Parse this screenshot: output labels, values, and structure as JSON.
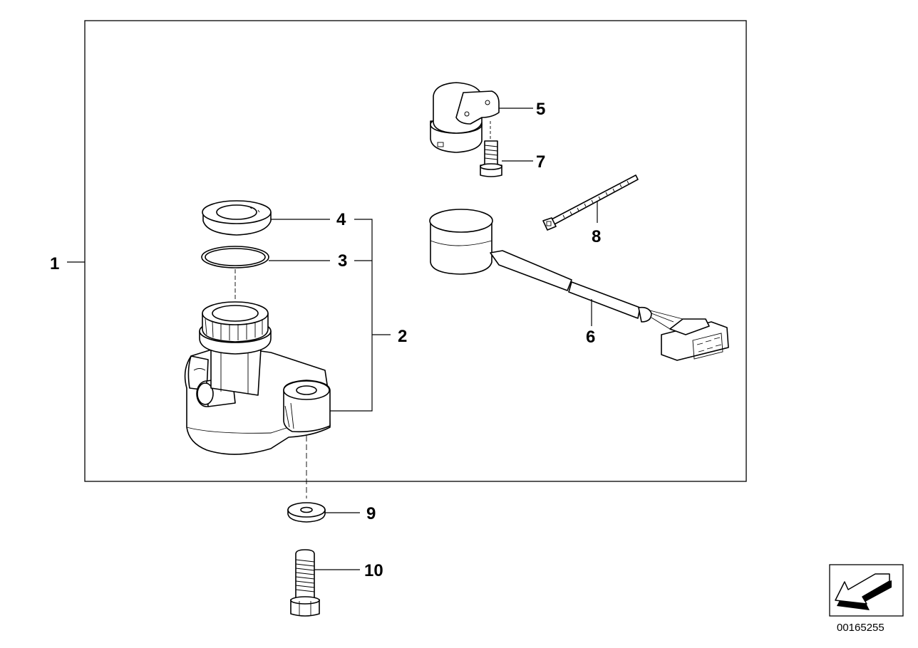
{
  "callouts": {
    "c1": "1",
    "c2": "2",
    "c3": "3",
    "c4": "4",
    "c5": "5",
    "c6": "6",
    "c7": "7",
    "c8": "8",
    "c9": "9",
    "c10": "10"
  },
  "catalog_number": "00165255"
}
